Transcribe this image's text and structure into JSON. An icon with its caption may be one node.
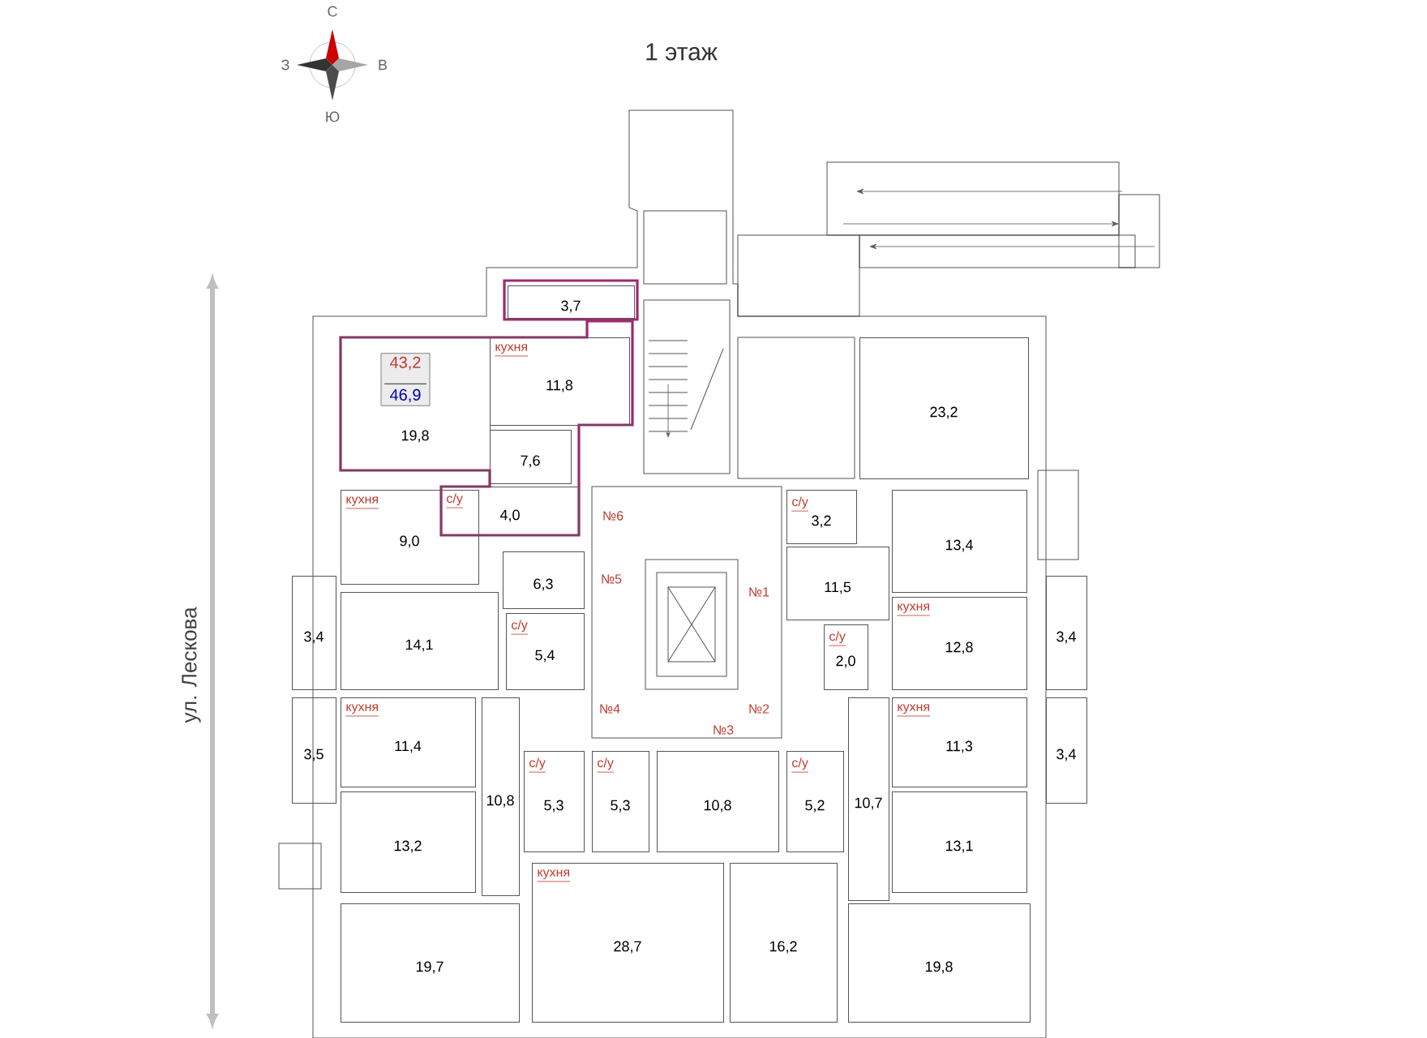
{
  "diagram": {
    "title": "1 этаж",
    "nodes": [
      {
        "text": [
          "3,7"
        ]
      },
      {
        "text": [
          "19,8"
        ]
      },
      {
        "text": [
          "43,2",
          "46,9"
        ],
        "in": 1
      },
      {
        "text": [
          "кухня",
          "11,8"
        ]
      },
      {
        "text": [
          "7,6"
        ]
      },
      {
        "text": [
          "23,2"
        ]
      },
      {
        "text": [
          "кухня",
          "9,0"
        ]
      },
      {
        "text": [
          "с/у",
          "4,0"
        ]
      },
      {
        "text": [
          "с/у",
          "3,2"
        ]
      },
      {
        "text": [
          "13,4"
        ]
      },
      {
        "text": [
          "6,3"
        ]
      },
      {
        "text": [
          "3,4"
        ]
      },
      {
        "text": [
          "11,5"
        ]
      },
      {
        "text": [
          "3,4"
        ]
      },
      {
        "text": [
          "14,1"
        ]
      },
      {
        "text": [
          "с/у",
          "5,4"
        ]
      },
      {
        "text": [
          "с/у",
          "2,0"
        ]
      },
      {
        "text": [
          "кухня",
          "12,8"
        ]
      },
      {
        "text": [
          "кухня",
          "11,4"
        ]
      },
      {
        "text": [
          "кухня",
          "11,3"
        ]
      },
      {
        "text": [
          "3,5"
        ]
      },
      {
        "text": [
          "3,4"
        ]
      },
      {
        "text": [
          "10,8"
        ]
      },
      {
        "text": [
          "с/у",
          "5,3"
        ]
      },
      {
        "text": [
          "с/у",
          "5,3"
        ]
      },
      {
        "text": [
          "10,8"
        ]
      },
      {
        "text": [
          "с/у",
          "5,2"
        ]
      },
      {
        "text": [
          "10,7"
        ]
      },
      {
        "text": [
          "13,2"
        ]
      },
      {
        "text": [
          "13,1"
        ]
      },
      {
        "text": [
          "19,7"
        ]
      },
      {
        "text": [
          "кухня",
          "28,7"
        ]
      },
      {
        "text": [
          "16,2"
        ]
      },
      {
        "text": [
          "19,8"
        ]
      }
    ],
    "labels": [
      "С",
      "З",
      "В",
      "Ю",
      "ул. Лескова",
      "№6",
      "№5",
      "№1",
      "№4",
      "№2",
      "№3"
    ]
  }
}
